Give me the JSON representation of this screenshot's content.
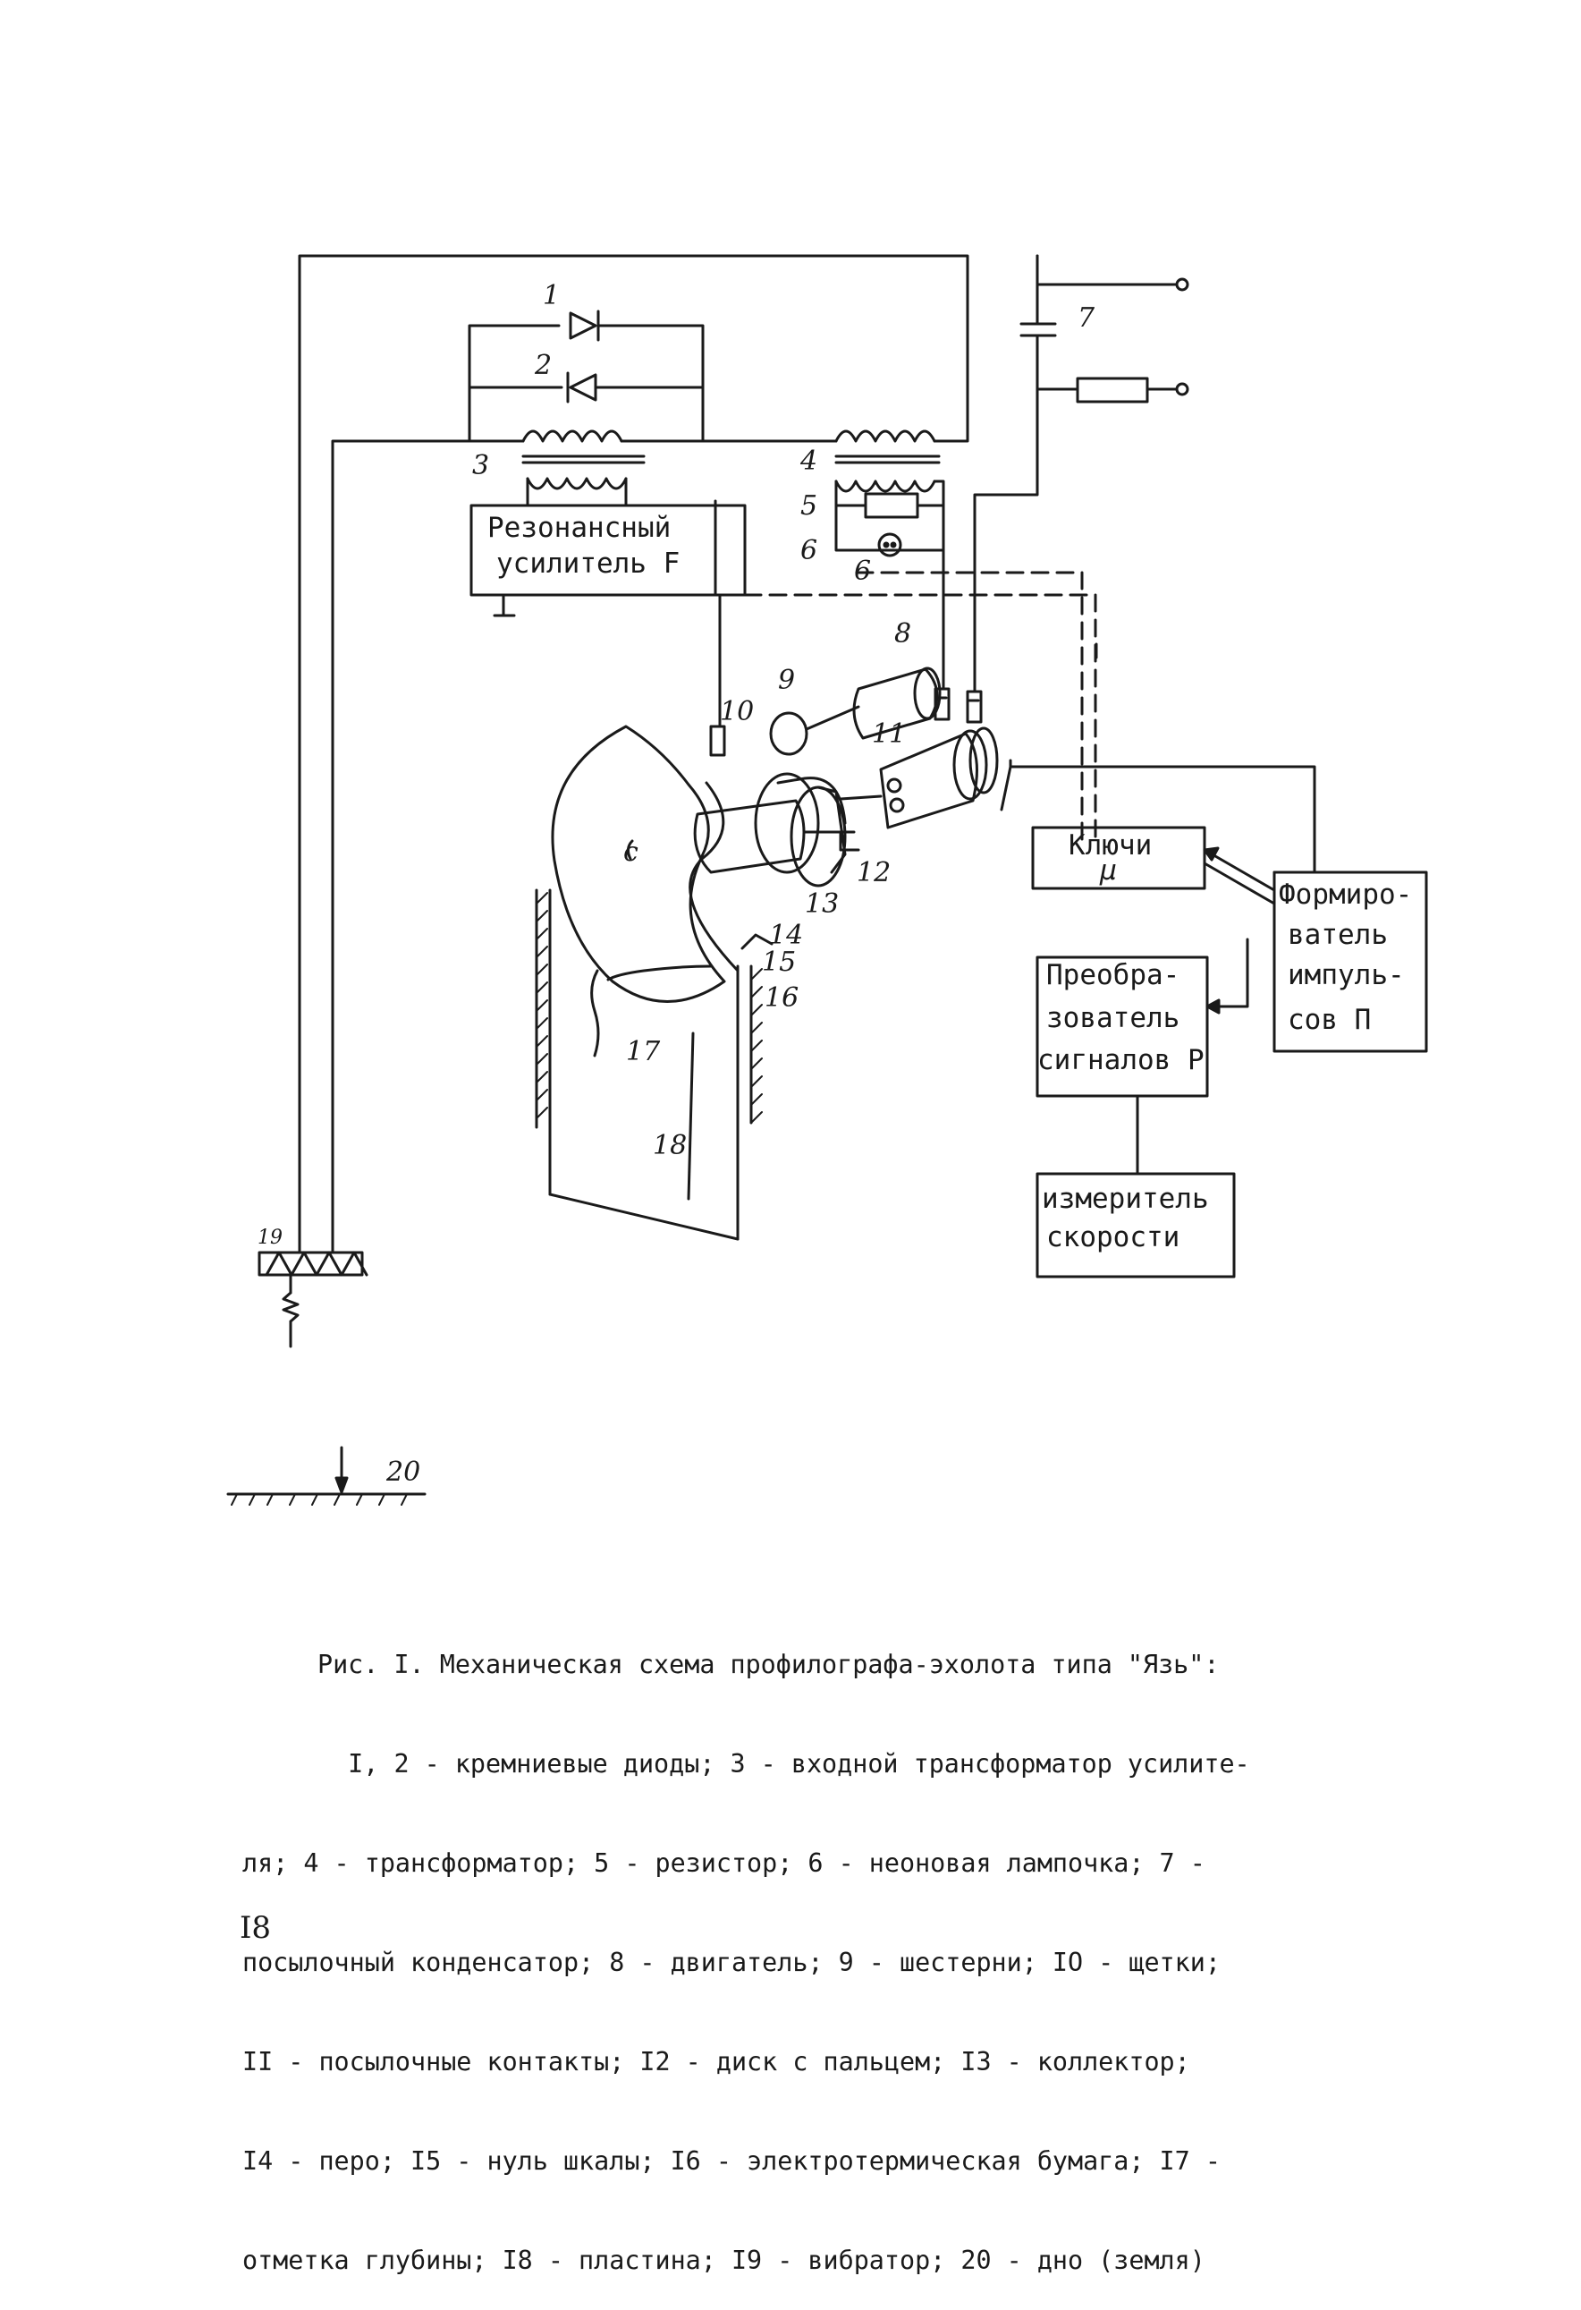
{
  "labels": {
    "n1": "1",
    "n2": "2",
    "n3": "3",
    "n4": "4",
    "n5": "5",
    "n6": "6",
    "n6b": "6",
    "n7": "7",
    "n8": "8",
    "n9": "9",
    "n10": "10",
    "n11": "11",
    "n12": "12",
    "n13": "13",
    "n14": "14",
    "n15": "15",
    "n16": "16",
    "n17": "17",
    "n18": "18",
    "n19": "19",
    "n20": "20",
    "c_mark": "c"
  },
  "boxes": {
    "amplifier": [
      "Резонансный",
      "усилитель F"
    ],
    "keys": [
      "Ключи",
      "µ"
    ],
    "former": [
      "Формиро-",
      "ватель",
      "импуль-",
      "сов П"
    ],
    "converter": [
      "Преобра-",
      "зователь",
      "сигналов P"
    ],
    "meter": [
      "измеритель",
      "скорости"
    ]
  },
  "caption": {
    "lines": [
      "Рис. I. Механическая схема профилографа-эхолота типа \"Язь\":",
      "  I, 2 - кремниевые диоды; 3 - входной трансформатор усилите-",
      "ля; 4 - трансформатор; 5 - резистор; 6 - неоновая лампочка; 7 -",
      "посылочный конденсатор; 8 - двигатель; 9 - шестерни; IO - щетки;",
      "II - посылочные контакты; I2 - диск с пальцем; I3 - коллектор;",
      "I4 - перо; I5 - нуль шкалы; I6 - электротермическая бумага; I7 -",
      "отметка глубины; I8 - пластина; I9 - вибратор; 20 - дно (земля)"
    ]
  },
  "page_number": "I8",
  "colors": {
    "ink": "#1a1a1a",
    "paper": "#ffffff"
  }
}
